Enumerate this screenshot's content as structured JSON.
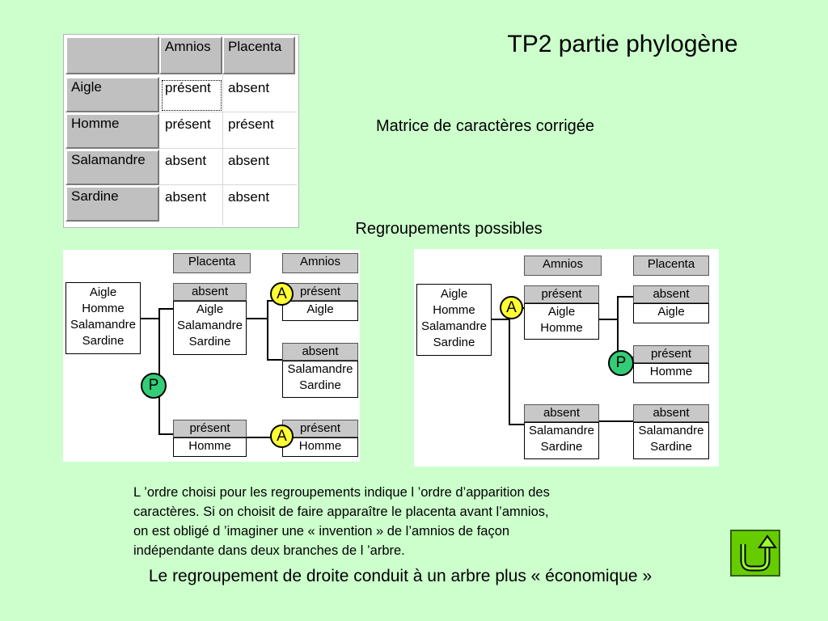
{
  "title": "TP2 partie phylogène",
  "subtitle": "Matrice de caractères corrigée",
  "regroupements_label": "Regroupements possibles",
  "matrix": {
    "headers": [
      "Amnios",
      "Placenta"
    ],
    "rows": [
      {
        "name": "Aigle",
        "values": [
          "présent",
          "absent"
        ]
      },
      {
        "name": "Homme",
        "values": [
          "présent",
          "présent"
        ]
      },
      {
        "name": "Salamandre",
        "values": [
          "absent",
          "absent"
        ]
      },
      {
        "name": "Sardine",
        "values": [
          "absent",
          "absent"
        ]
      }
    ]
  },
  "left_tree": {
    "header_placenta": "Placenta",
    "header_amnios": "Amnios",
    "root": [
      "Aigle",
      "Homme",
      "Salamandre",
      "Sardine"
    ],
    "absent_label": "absent",
    "absent_group": [
      "Aigle",
      "Salamandre",
      "Sardine"
    ],
    "present_label": "présent",
    "present_group": [
      "Homme"
    ],
    "leaf1_label": "présent",
    "leaf1_group": [
      "Aigle"
    ],
    "leaf2_label": "absent",
    "leaf2_group": [
      "Salamandre",
      "Sardine"
    ],
    "leaf3_label": "présent",
    "leaf3_group": [
      "Homme"
    ],
    "badge_p": "P",
    "badge_a": "A"
  },
  "right_tree": {
    "header_amnios": "Amnios",
    "header_placenta": "Placenta",
    "root": [
      "Aigle",
      "Homme",
      "Salamandre",
      "Sardine"
    ],
    "present_label": "présent",
    "present_group": [
      "Aigle",
      "Homme"
    ],
    "absent_label": "absent",
    "absent_group": [
      "Salamandre",
      "Sardine"
    ],
    "leaf1_label": "absent",
    "leaf1_group": [
      "Aigle"
    ],
    "leaf2_label": "présent",
    "leaf2_group": [
      "Homme"
    ],
    "leaf3_label": "absent",
    "leaf3_group": [
      "Salamandre",
      "Sardine"
    ],
    "badge_a": "A",
    "badge_p": "P"
  },
  "paragraph_lines": [
    "L ’ordre choisi pour les regroupements indique l ’ordre d’apparition des",
    "caractères. Si on choisit de faire apparaître le placenta avant l’amnios,",
    "on est obligé d ’imaginer une « invention » de l’amnios de façon",
    "indépendante dans deux branches de l ’arbre."
  ],
  "conclusion": "Le regroupement de droite conduit à un arbre plus « économique »",
  "return_button": {
    "icon": "return-arrow-icon",
    "color": "#66cc00"
  }
}
